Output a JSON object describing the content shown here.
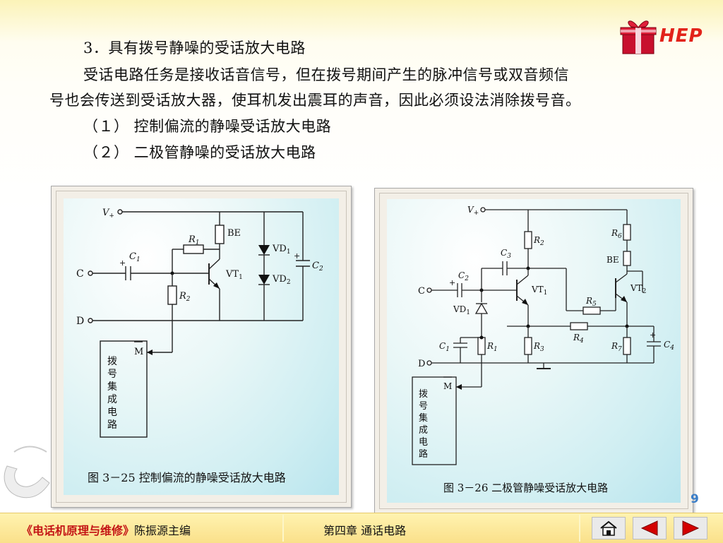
{
  "content": {
    "line1": "3．具有拨号静噪的受话放大电路",
    "line2": "受话电路任务是接收话音信号，但在拨号期间产生的脉冲信号或双音频信",
    "line3": "号也会传送到受话放大器，使耳机发出震耳的声音，因此必须设法消除拨号音。",
    "line4": "（１）  控制偏流的静噪受话放大电路",
    "line5": "（２）  二极管静噪的受话放大电路"
  },
  "logo": {
    "text": "HEP",
    "color": "#e2231a"
  },
  "fig1": {
    "caption": "图 3－25   控制偏流的静噪受话放大电路",
    "labels": {
      "vplus": "V",
      "vplus_sub": "+",
      "be": "BE",
      "r1": "R",
      "r1_sub": "1",
      "c1": "C",
      "c1_sub": "1",
      "c1_plus": "+",
      "vt1": "VT",
      "vt1_sub": "1",
      "vd1": "VD",
      "vd1_sub": "1",
      "vd2": "VD",
      "vd2_sub": "2",
      "c2": "C",
      "c2_sub": "2",
      "c2_plus": "+",
      "r2": "R",
      "r2_sub": "2",
      "c_node": "C",
      "d_node": "D",
      "m_label": "M",
      "ic_chars": [
        "拨",
        "号",
        "集",
        "成",
        "电",
        "路"
      ]
    }
  },
  "fig2": {
    "caption": "图 3－26   二极管静噪受话放大电路",
    "labels": {
      "vplus": "V",
      "vplus_sub": "+",
      "r2": "R",
      "r2_sub": "2",
      "r6": "R",
      "r6_sub": "6",
      "be": "BE",
      "c3": "C",
      "c3_sub": "3",
      "c2": "C",
      "c2_sub": "2",
      "c2_plus": "+",
      "vt1": "VT",
      "vt1_sub": "1",
      "vt2": "VT",
      "vt2_sub": "2",
      "r5": "R",
      "r5_sub": "5",
      "r4": "R",
      "r4_sub": "4",
      "vd1": "VD",
      "vd1_sub": "1",
      "c1": "C",
      "c1_sub": "1",
      "r1": "R",
      "r1_sub": "1",
      "r3": "R",
      "r3_sub": "3",
      "r7": "R",
      "r7_sub": "7",
      "c4": "C",
      "c4_sub": "4",
      "c4_plus": "+",
      "c_node": "C",
      "d_node": "D",
      "m_label": "M",
      "ic_chars": [
        "拨",
        "号",
        "集",
        "成",
        "电",
        "路"
      ]
    }
  },
  "page_number": "9",
  "footer": {
    "book_title": "《电话机原理与维修》",
    "editor": "陈振源主编",
    "chapter": "第四章    通话电路"
  },
  "nav": {
    "home_icon": "home-icon",
    "prev_icon": "triangle-left-icon",
    "next_icon": "triangle-right-icon",
    "icon_color": "#d40000"
  }
}
